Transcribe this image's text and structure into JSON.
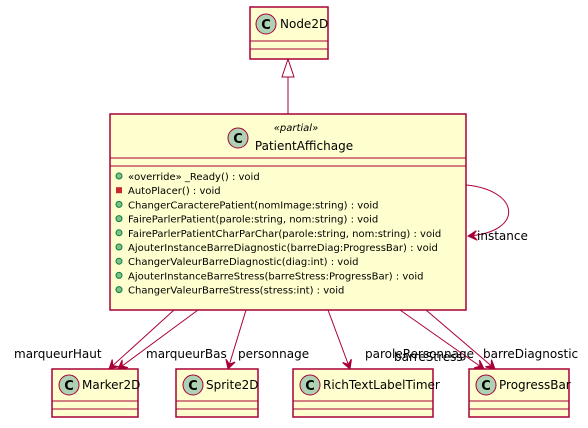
{
  "classes": {
    "node2d": {
      "name": "Node2D",
      "kind_letter": "C"
    },
    "patient": {
      "name": "PatientAffichage",
      "stereotype": "«partial»",
      "kind_letter": "C",
      "methods": [
        {
          "visibility": "public",
          "text": "«override» _Ready() : void"
        },
        {
          "visibility": "private",
          "text": "AutoPlacer() : void"
        },
        {
          "visibility": "public",
          "text": "ChangerCaracterePatient(nomImage:string) : void"
        },
        {
          "visibility": "public",
          "text": "FaireParlerPatient(parole:string, nom:string) : void"
        },
        {
          "visibility": "public",
          "text": "FaireParlerPatientCharParChar(parole:string, nom:string) : void"
        },
        {
          "visibility": "public",
          "text": "AjouterInstanceBarreDiagnostic(barreDiag:ProgressBar) : void"
        },
        {
          "visibility": "public",
          "text": "ChangerValeurBarreDiagnostic(diag:int) : void"
        },
        {
          "visibility": "public",
          "text": "AjouterInstanceBarreStress(barreStress:ProgressBar) : void"
        },
        {
          "visibility": "public",
          "text": "ChangerValeurBarreStress(stress:int) : void"
        }
      ]
    },
    "marker2d": {
      "name": "Marker2D",
      "kind_letter": "C"
    },
    "sprite2d": {
      "name": "Sprite2D",
      "kind_letter": "C"
    },
    "richtext": {
      "name": "RichTextLabelTimer",
      "kind_letter": "C"
    },
    "progressbar": {
      "name": "ProgressBar",
      "kind_letter": "C"
    }
  },
  "roles": {
    "instance": "instance",
    "marqueur_haut": "marqueurHaut",
    "marqueur_bas": "marqueurBas",
    "personnage": "personnage",
    "parole_personnage": "paroleRersonnage",
    "barre_stress": "barreStress",
    "barre_diagnostic": "barreDiagnostic"
  },
  "colors": {
    "class_fill": "#FEFECE",
    "border": "#A80036",
    "circle": "#ADD1B2",
    "public_marker": "#84BE84",
    "private_marker": "#C82930"
  }
}
